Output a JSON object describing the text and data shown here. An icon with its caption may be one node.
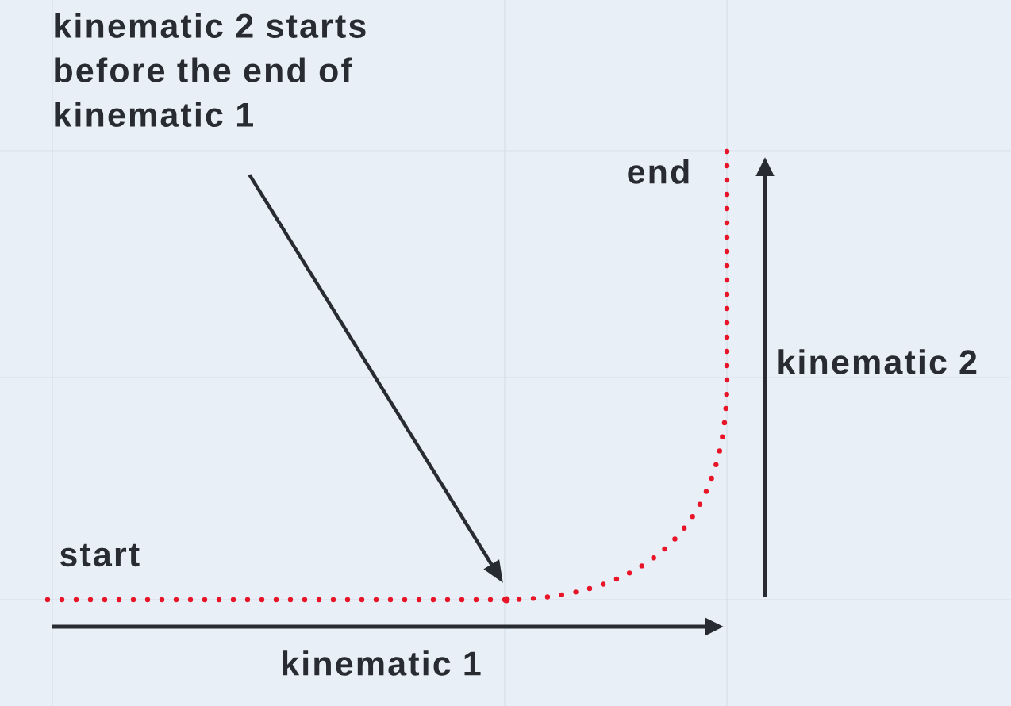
{
  "diagram": {
    "nodes": [
      {
        "text": [
          "kinematic 2 starts before the end of kinematic 1"
        ]
      },
      {
        "text": [],
        "shape": "circle"
      }
    ],
    "edges": [
      {
        "from": 0,
        "to": 1,
        "arrow": "to"
      }
    ],
    "labels": [
      "start",
      "end",
      "kinematic 2",
      "kinematic 1"
    ]
  }
}
